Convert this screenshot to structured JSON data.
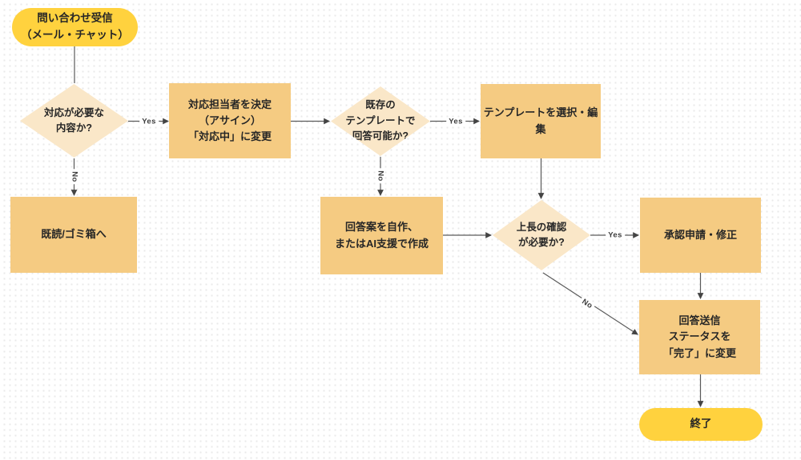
{
  "colors": {
    "background": "#ffffff",
    "dot_grid": "#e9e9e9",
    "terminal_fill": "#FFD23E",
    "process_fill": "#F5CB82",
    "decision_fill": "#FAE7C8",
    "connector": "#5a5a5a",
    "text": "#262626",
    "edge_label_text": "#3d3d3d"
  },
  "nodes": {
    "start": {
      "type": "terminal",
      "label": "問い合わせ受信\n（メール・チャット）"
    },
    "decision_need_response": {
      "type": "decision",
      "label": "対応が必要な\n内容か?"
    },
    "process_assign": {
      "type": "process",
      "label": "対応担当者を決定\n（アサイン）\n「対応中」に変更"
    },
    "decision_template": {
      "type": "decision",
      "label": "既存の\nテンプレートで\n回答可能か?"
    },
    "process_select_template": {
      "type": "process",
      "label": "テンプレートを選択・編集"
    },
    "process_archive": {
      "type": "process",
      "label": "既読/ゴミ箱へ"
    },
    "process_draft": {
      "type": "process",
      "label": "回答案を自作、\nまたはAI支援で作成"
    },
    "decision_manager_check": {
      "type": "decision",
      "label": "上長の確認\nが必要か?"
    },
    "process_approval": {
      "type": "process",
      "label": "承認申請・修正"
    },
    "process_send": {
      "type": "process",
      "label": "回答送信\nステータスを\n「完了」に変更"
    },
    "end": {
      "type": "terminal",
      "label": "終了"
    }
  },
  "edge_labels": {
    "yes": "Yes",
    "no": "No"
  }
}
